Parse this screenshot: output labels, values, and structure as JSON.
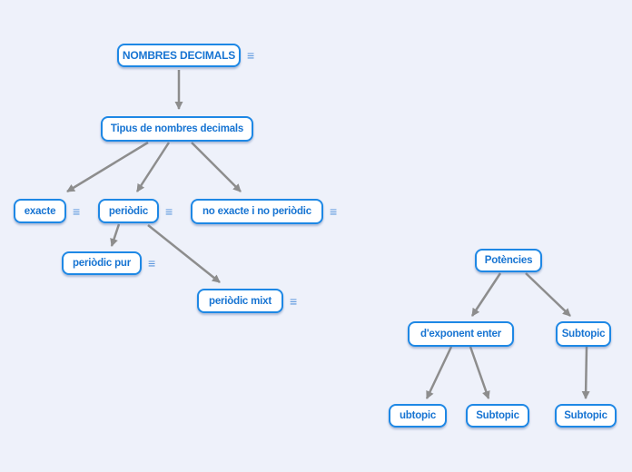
{
  "app": {
    "view": "mind-map-canvas"
  },
  "colors": {
    "background": "#eef1fa",
    "node_background": "#ffffff",
    "node_border": "#1e88e5",
    "node_text": "#1774d2",
    "connector": "#8d8d8d",
    "menu_icon": "#5a96dd"
  },
  "map": {
    "menu_icon": "≡",
    "nodes": [
      {
        "label": "NOMBRES DECIMALS",
        "menu": true
      },
      {
        "label": "Tipus de nombres decimals",
        "menu": false
      },
      {
        "label": "exacte",
        "menu": true
      },
      {
        "label": "periòdic",
        "menu": true
      },
      {
        "label": "no exacte i no periòdic",
        "menu": true
      },
      {
        "label": "periòdic pur",
        "menu": true
      },
      {
        "label": "periòdic mixt",
        "menu": true
      },
      {
        "label": "Potències",
        "menu": false
      },
      {
        "label": "d'exponent enter",
        "menu": false
      },
      {
        "label": "Subtopic",
        "menu": false
      },
      {
        "label": "ubtopic",
        "menu": false
      },
      {
        "label": "Subtopic",
        "menu": false
      },
      {
        "label": "Subtopic",
        "menu": false
      }
    ],
    "edges": [
      {
        "from": "NOMBRES DECIMALS",
        "to": "Tipus de nombres decimals"
      },
      {
        "from": "Tipus de nombres decimals",
        "to": "exacte"
      },
      {
        "from": "Tipus de nombres decimals",
        "to": "periòdic"
      },
      {
        "from": "Tipus de nombres decimals",
        "to": "no exacte i no periòdic"
      },
      {
        "from": "periòdic",
        "to": "periòdic pur"
      },
      {
        "from": "periòdic",
        "to": "periòdic mixt"
      },
      {
        "from": "Potències",
        "to": "d'exponent enter"
      },
      {
        "from": "Potències",
        "to": "Subtopic"
      },
      {
        "from": "d'exponent enter",
        "to": "ubtopic"
      },
      {
        "from": "d'exponent enter",
        "to": "Subtopic"
      },
      {
        "from": "Subtopic",
        "to": "Subtopic"
      }
    ]
  }
}
